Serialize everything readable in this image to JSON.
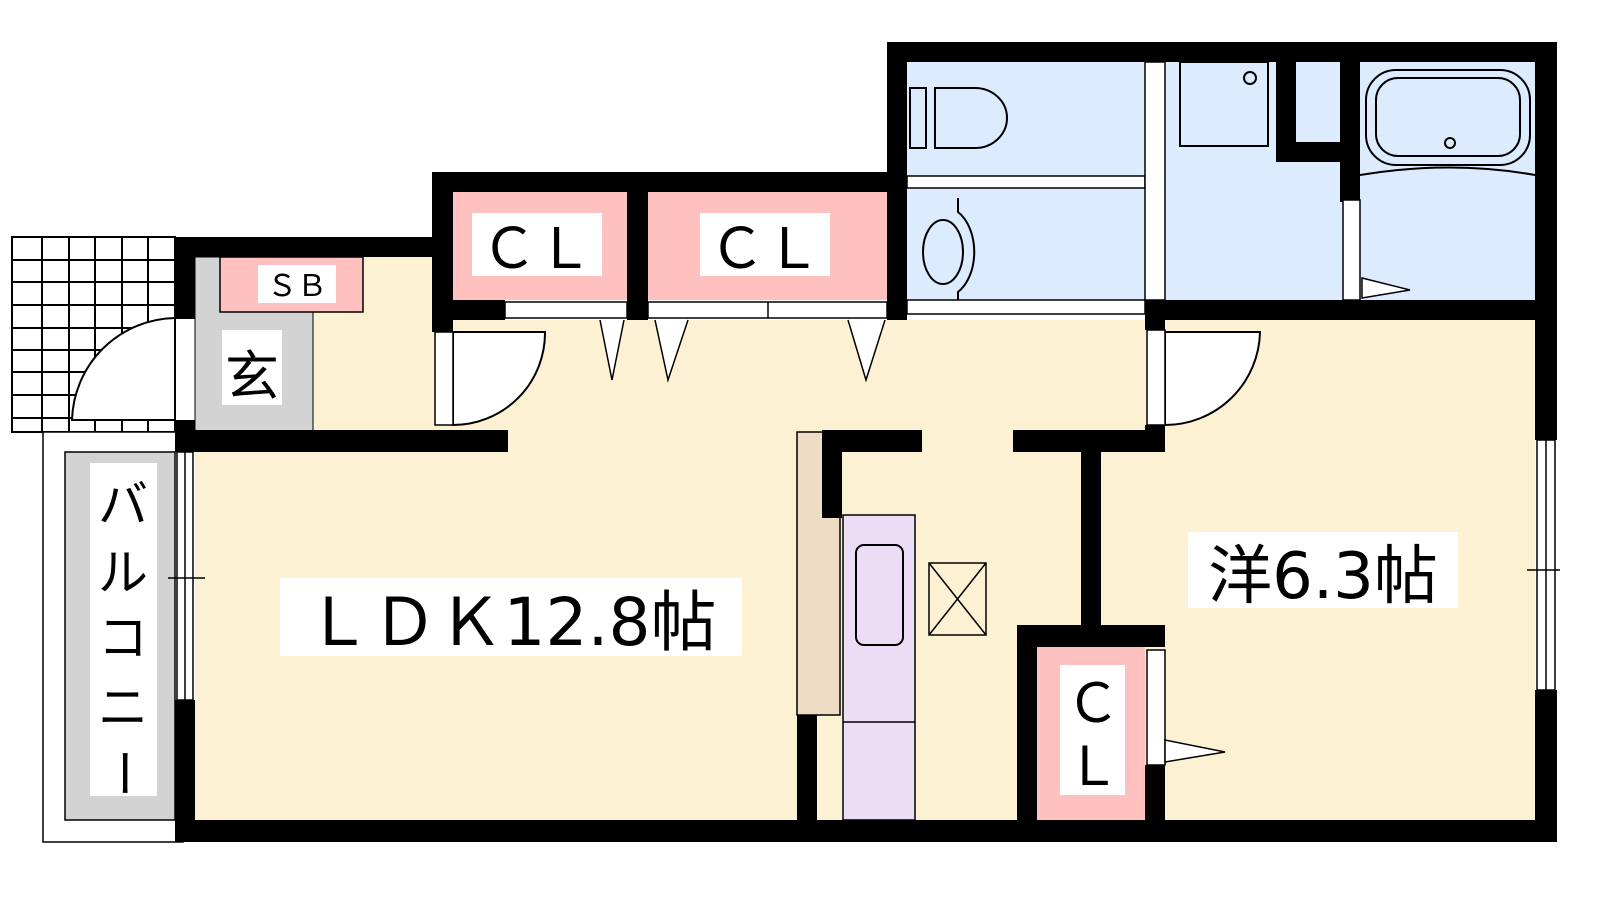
{
  "floorplan": {
    "rooms": {
      "ldk": "ＬＤＫ12.8帖",
      "western": "洋6.3帖",
      "entrance": "玄",
      "shoe_box": "ＳＢ",
      "closet_1": "ＣＬ",
      "closet_2": "ＣＬ",
      "closet_3_top": "Ｃ",
      "closet_3_bottom": "Ｌ",
      "balcony": [
        "バ",
        "ル",
        "コ",
        "ニ",
        "ー"
      ]
    },
    "colors": {
      "wall": "#000000",
      "living": "#FDF1D3",
      "closet": "#FFC0C0",
      "wet": "#DCEBFD",
      "entrance": "#D3D3D3",
      "kitchen": "#EADDF5",
      "counter": "#EEDDC4"
    }
  }
}
